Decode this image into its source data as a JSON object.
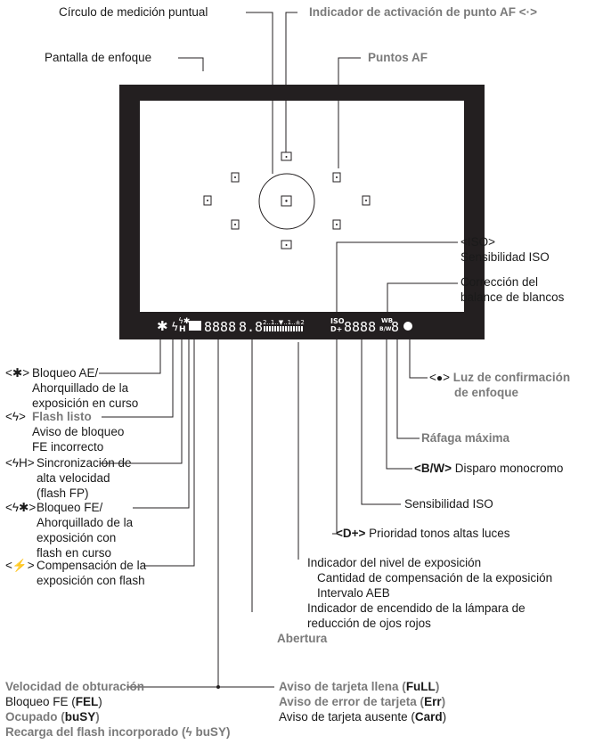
{
  "labels": {
    "circulo": "Círculo de medición puntual",
    "indicador_af": "Indicador de activación de punto AF <·>",
    "pantalla": "Pantalla de enfoque",
    "puntos_af": "Puntos AF",
    "iso_top_symbol": "<ISO>",
    "iso_top": "Sensibilidad ISO",
    "wb_1": "Corrección del",
    "wb_2": "balance de blancos",
    "ae_sym": "<✱>",
    "ae_1": "Bloqueo AE/",
    "ae_2": "Ahorquillado de la",
    "ae_3": "exposición en curso",
    "conf_pre": "<",
    "conf_post": ">",
    "conf_1": "Luz de confirmación",
    "conf_2": "de enfoque",
    "flash_sym": "<ϟ>",
    "flash_listo": "Flash listo",
    "flash_2": "Aviso de bloqueo",
    "flash_3": "FE incorrecto",
    "rafaga": "Ráfaga máxima",
    "bw_sym": "<B/W>",
    "bw": "Disparo monocromo",
    "fp_sym": "<ϟH>",
    "fp_1": "Sincronización de",
    "fp_2": "alta velocidad",
    "fp_3": "(flash FP)",
    "sens_iso": "Sensibilidad ISO",
    "fe_sym": "<ϟ✱>",
    "fe_1": "Bloqueo FE/",
    "fe_2": "Ahorquillado de la",
    "fe_3": "exposición con",
    "fe_4": "flash en curso",
    "d_sym": "<D+>",
    "d_text": "Prioridad tonos altas luces",
    "exp_1": "Indicador del nivel de exposición",
    "exp_2": "Cantidad de compensación de la exposición",
    "exp_3": "Intervalo AEB",
    "exp_4": "Indicador de encendido de la lámpara de",
    "exp_5": "reducción de ojos rojos",
    "comp_sym": "<⚡>",
    "comp_1": "Compensación de la",
    "comp_2": "exposición con flash",
    "abertura": "Abertura",
    "vel": "Velocidad de obturación",
    "vel_2a": "Bloqueo FE (",
    "vel_2b": "FEL",
    "vel_2c": ")",
    "vel_3a": "Ocupado (",
    "vel_3b": "buSY",
    "vel_3c": ")",
    "vel_4": "Recarga del flash incorporado (ϟ buSY)",
    "card_1a": "Aviso de tarjeta llena (",
    "card_1b": "FuLL",
    "card_1c": ")",
    "card_2a": "Aviso de error de tarjeta (",
    "card_2b": "Err",
    "card_2c": ")",
    "card_3a": "Aviso de tarjeta ausente (",
    "card_3b": "Card",
    "card_3c": ")"
  },
  "viewfinder": {
    "seg_shutter": "8888",
    "seg_aperture": "8.8",
    "scale_top": "2..1..▼..1..±2",
    "iso_label": "ISO",
    "dplus_label": "D+",
    "seg_iso": "8888",
    "wb_label": "WB",
    "bw_label": "B/W",
    "seg_burst": "8"
  },
  "colors": {
    "frame": "#231f20",
    "highlight": "#7a7a7a",
    "text": "#1a1a1a"
  }
}
